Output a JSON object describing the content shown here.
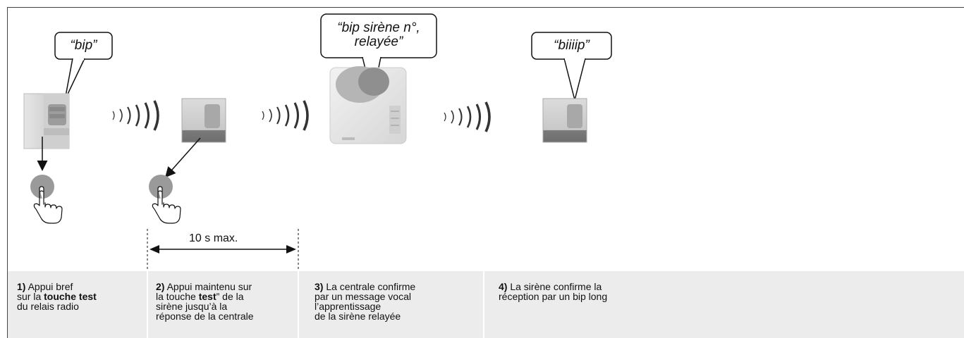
{
  "bubbles": {
    "b1": "“bip”",
    "b2_line1": "“bip sirène n°,",
    "b2_line2": "relayée”",
    "b3": "“biiiip”"
  },
  "dimension": {
    "label": "10 s max."
  },
  "steps": [
    {
      "num": "1)",
      "line1_a": "Appui bref",
      "line2_a": "sur la ",
      "line2_b": "touche test",
      "line3": "du relais radio"
    },
    {
      "num": "2)",
      "line1_a": "Appui maintenu sur",
      "line2_a": "la touche ",
      "line2_b": "test",
      "line2_c": "” de la",
      "line3": "sirène jusqu’à la",
      "line4": "réponse de la centrale"
    },
    {
      "num": "3)",
      "line1_a": "La centrale confirme",
      "line2": "par un message vocal",
      "line3": "l’apprentissage",
      "line4": "de la sirène relayée"
    },
    {
      "num": "4)",
      "line1_a": "La sirène confirme la",
      "line2": "réception par un bip long"
    }
  ],
  "colors": {
    "panel": "#ececec",
    "button": "#9a9a9a",
    "device": "#d8d8d8",
    "frame": "#444444"
  }
}
